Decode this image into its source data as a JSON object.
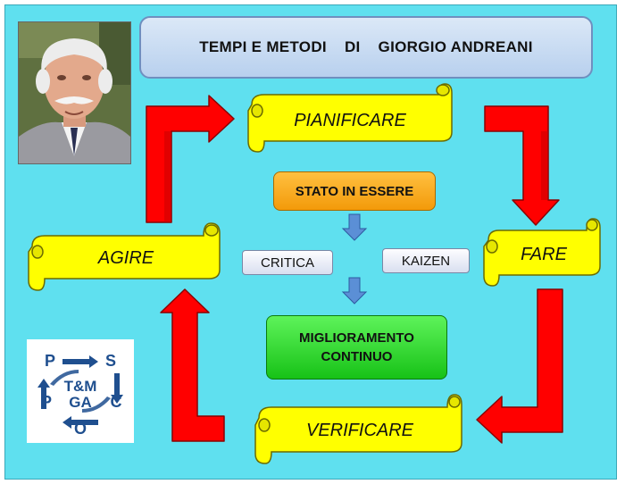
{
  "title": {
    "part1": "TEMPI E METODI",
    "part2": "DI",
    "part3": "GIORGIO ANDREANI"
  },
  "cycle": {
    "plan": "PIANIFICARE",
    "do": "FARE",
    "check": "VERIFICARE",
    "act": "AGIRE"
  },
  "center": {
    "stato": "STATO IN ESSERE",
    "critica": "CRITICA",
    "kaizen": "KAIZEN",
    "miglioramento_line1": "MIGLIORAMENTO",
    "miglioramento_line2": "CONTINUO"
  },
  "logo": {
    "p_top": "P",
    "s": "S",
    "tm": "T&M",
    "ga": "GA",
    "p_bottom": "P",
    "c": "C",
    "o": "O"
  },
  "colors": {
    "background": "#5fe0ef",
    "scroll": "#ffff00",
    "arrow": "#ff0000",
    "stato": "#f7a21b",
    "miglioramento": "#22cc22",
    "logo_text": "#1f4f8f"
  }
}
